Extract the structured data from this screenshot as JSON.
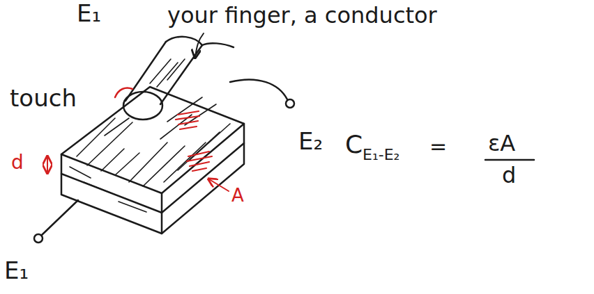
{
  "diagram": {
    "labels": [
      "E₁",
      "your finger, a conductor",
      "touch",
      "E₂",
      "C",
      "E₁-E₂",
      "=",
      "εA",
      "d",
      "d",
      "A",
      "E₁"
    ]
  }
}
